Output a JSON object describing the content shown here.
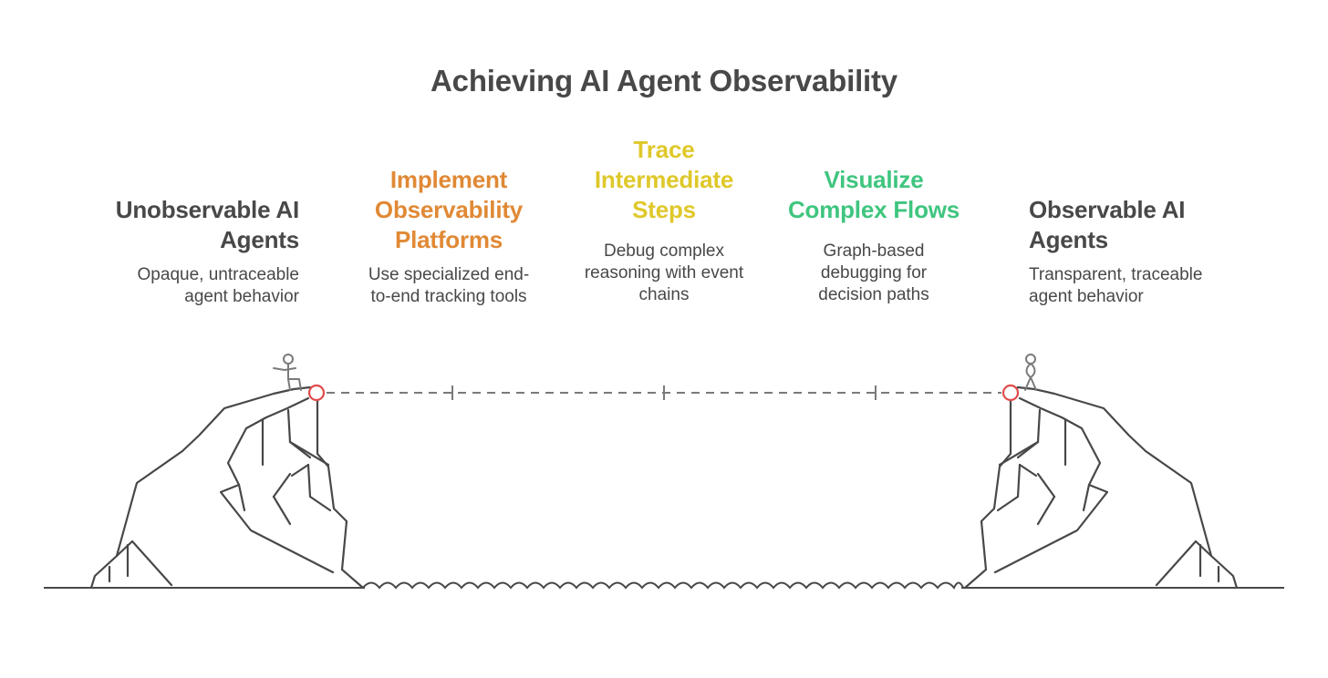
{
  "title": "Achieving AI Agent Observability",
  "colors": {
    "text": "#484848",
    "stage_1": "#e08935",
    "stage_2": "#dfc82a",
    "stage_3": "#3fc57f",
    "marker": "#e04a4a",
    "line": "#7a7a7a"
  },
  "start": {
    "heading_line1": "Unobservable AI",
    "heading_line2": "Agents",
    "desc_line1": "Opaque, untraceable",
    "desc_line2": "agent behavior"
  },
  "stages": [
    {
      "heading_lines": [
        "Implement",
        "Observability",
        "Platforms"
      ],
      "desc_lines": [
        "Use specialized end-",
        "to-end tracking tools"
      ]
    },
    {
      "heading_lines": [
        "Trace",
        "Intermediate",
        "Steps"
      ],
      "desc_lines": [
        "Debug complex",
        "reasoning with event",
        "chains"
      ]
    },
    {
      "heading_lines": [
        "Visualize",
        "Complex Flows"
      ],
      "desc_lines": [
        "Graph-based",
        "debugging for",
        "decision paths"
      ]
    }
  ],
  "end": {
    "heading_line1": "Observable AI",
    "heading_line2": "Agents",
    "desc_line1": "Transparent, traceable",
    "desc_line2": "agent behavior"
  },
  "icons": {
    "start_figure": "person-balancing-icon",
    "end_figure": "person-standing-icon",
    "markers": "circle-marker-icon",
    "cliffs": "cliff-illustration",
    "water": "wave-line"
  }
}
